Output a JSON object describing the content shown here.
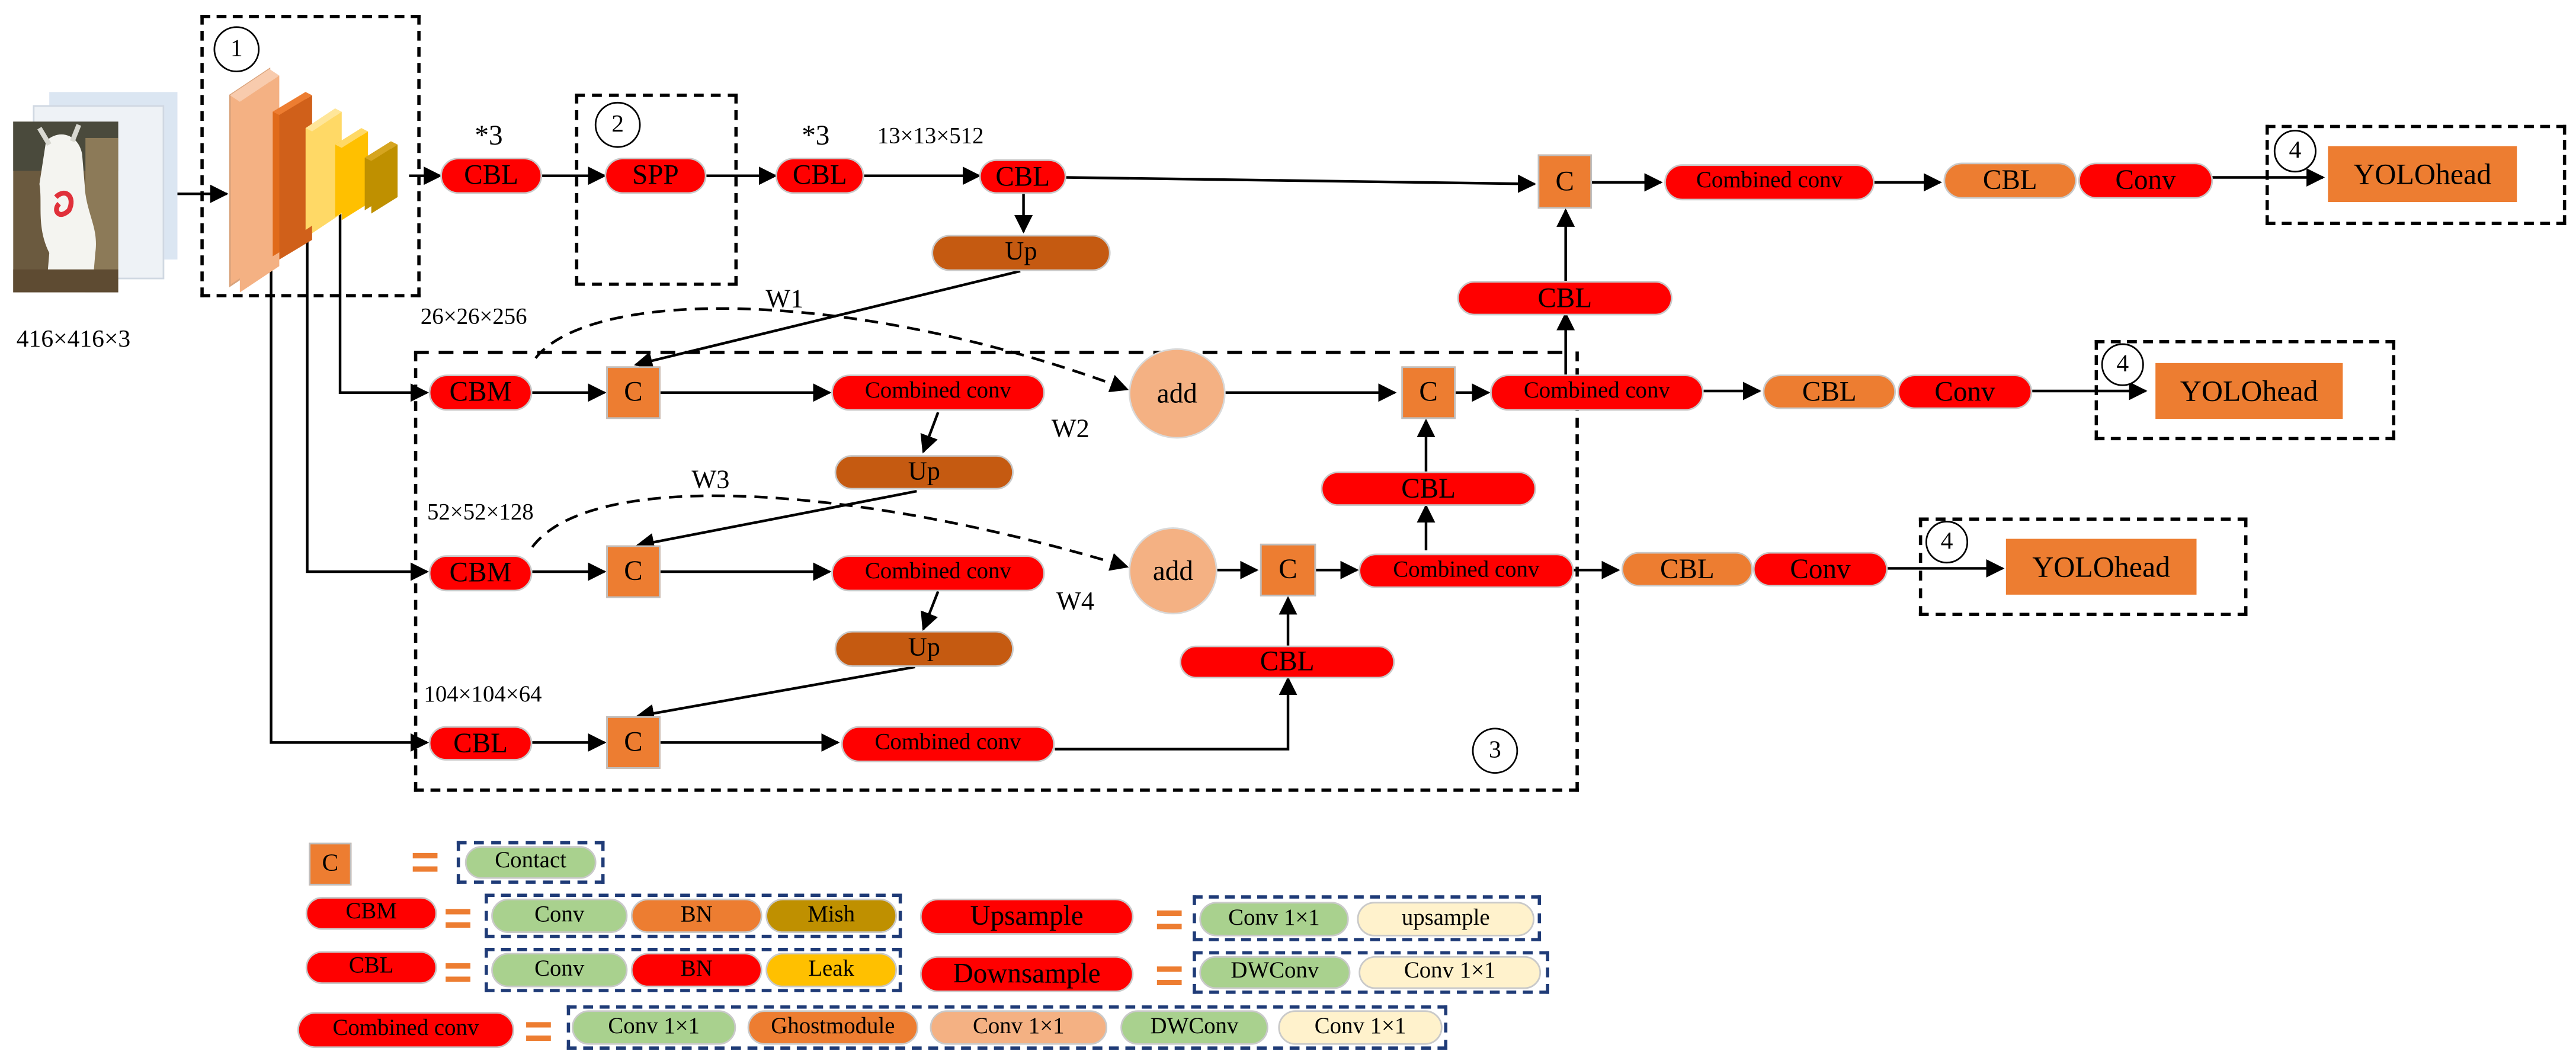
{
  "input": {
    "dims": "416×416×3"
  },
  "backbone": {
    "index": "1"
  },
  "spp_group": {
    "index": "2"
  },
  "neck_group": {
    "index": "3"
  },
  "head_index": "4",
  "labels": {
    "repeat_top1": "*3",
    "repeat_top2": "*3",
    "feat_13": "13×13×512",
    "feat_26": "26×26×256",
    "feat_52": "52×52×128",
    "feat_104": "104×104×64",
    "w1": "W1",
    "w2": "W2",
    "w3": "W3",
    "w4": "W4"
  },
  "blocks": {
    "cbl": "CBL",
    "cbm": "CBM",
    "spp": "SPP",
    "up": "Up",
    "concat": "C",
    "add": "add",
    "combined_conv": "Combined conv",
    "conv": "Conv",
    "yolohead": "YOLOhead"
  },
  "legend": {
    "concat_symbol": "C",
    "contact": "Contact",
    "cbm": "CBM",
    "cbl": "CBL",
    "combined_conv": "Combined conv",
    "upsample": "Upsample",
    "downsample": "Downsample",
    "eq": "=",
    "cbm_parts": [
      "Conv",
      "BN",
      "Mish"
    ],
    "cbl_parts": [
      "Conv",
      "BN",
      "Leak"
    ],
    "upsample_parts": [
      "Conv 1×1",
      "upsample"
    ],
    "downsample_parts": [
      "DWConv",
      "Conv 1×1"
    ],
    "combined_parts": [
      "Conv 1×1",
      "Ghostmodule",
      "Conv 1×1",
      "DWConv",
      "Conv 1×1"
    ]
  },
  "colors": {
    "red": "#ff0000",
    "orange": "#ed7d31",
    "brown": "#c55a11",
    "green": "#a9d18e",
    "cream": "#fff2cc",
    "salmon": "#f4b183",
    "olive": "#bf9000",
    "gold": "#ffc000",
    "legend_border": "#1f3b77"
  }
}
